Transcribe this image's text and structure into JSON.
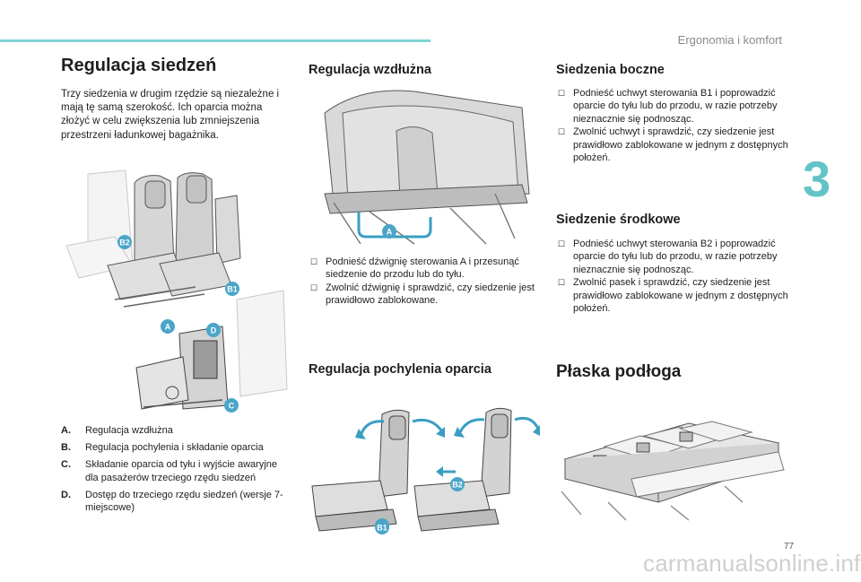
{
  "header": {
    "section": "Ergonomia i komfort",
    "chapter": "3"
  },
  "page_number": "77",
  "watermark": "carmanualsonline.info",
  "col1": {
    "title": "Regulacja siedzeń",
    "intro": "Trzy siedzenia w drugim rzędzie są niezależne i mają tę samą szerokość. Ich oparcia można złożyć w celu zwiększenia lub zmniejszenia przestrzeni ładunkowej bagażnika.",
    "figure_labels": {
      "b2": "B2",
      "b1": "B1",
      "a": "A",
      "d": "D",
      "c": "C"
    },
    "legend": [
      {
        "key": "A.",
        "text": "Regulacja wzdłużna"
      },
      {
        "key": "B.",
        "text": "Regulacja pochylenia i składanie oparcia"
      },
      {
        "key": "C.",
        "text": "Składanie oparcia od tyłu i wyjście awaryjne dla pasażerów trzeciego rzędu siedzeń"
      },
      {
        "key": "D.",
        "text": "Dostęp do trzeciego rzędu siedzeń (wersje 7-miejscowe)"
      }
    ]
  },
  "col2": {
    "title": "Regulacja wzdłużna",
    "figure_label": "A",
    "items": [
      "Podnieść dźwignię sterowania A i przesunąć siedzenie do przodu lub do tyłu.",
      "Zwolnić dźwignię i sprawdzić, czy siedzenie jest prawidłowo zablokowane."
    ],
    "recline_title": "Regulacja pochylenia oparcia",
    "recline_labels": {
      "left": "B1",
      "right_top": "B2",
      "right_bottom": "B1"
    }
  },
  "col3": {
    "side_title": "Siedzenia boczne",
    "side_items": [
      "Podnieść uchwyt sterowania B1 i poprowadzić oparcie do tyłu lub do przodu, w razie potrzeby nieznacznie się podnosząc.",
      "Zwolnić uchwyt i sprawdzić, czy siedzenie jest prawidłowo zablokowane w jednym z dostępnych położeń."
    ],
    "center_title": "Siedzenie środkowe",
    "center_items": [
      "Podnieść uchwyt sterowania B2 i poprowadzić oparcie do tyłu lub do przodu, w razie potrzeby nieznacznie się podnosząc.",
      "Zwolnić pasek i sprawdzić, czy siedzenie jest prawidłowo zablokowane w jednym z dostępnych położeń."
    ],
    "floor_title": "Płaska podłoga"
  },
  "icons": {
    "bullet": "checkbox-bullet-icon",
    "arrow": "curved-arrow-icon"
  },
  "colors": {
    "accent": "#63c3c7",
    "label_bg": "#4aa5c9",
    "arrow": "#3a9ec2"
  }
}
